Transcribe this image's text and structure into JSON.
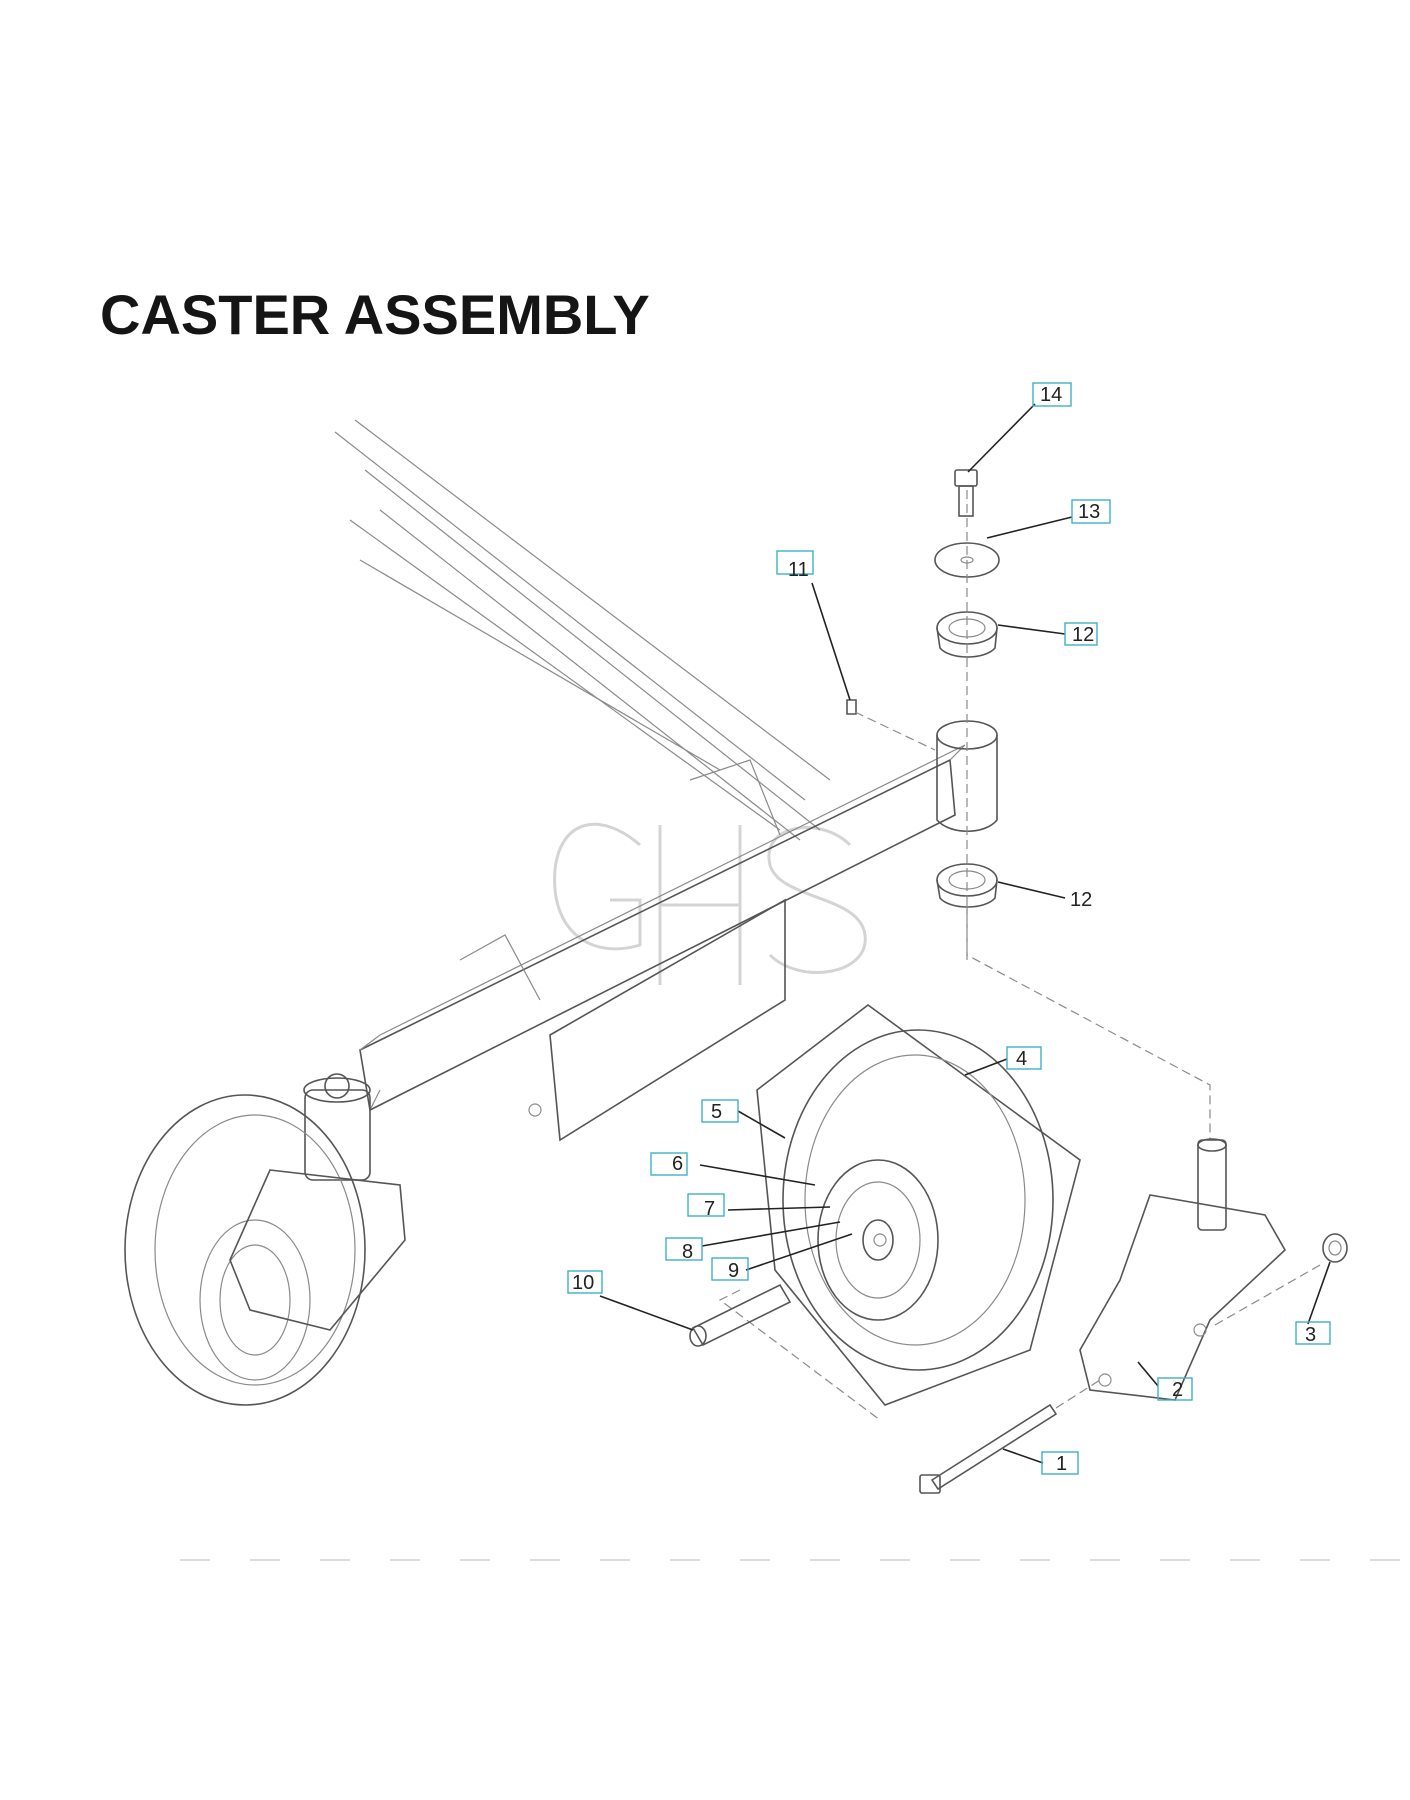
{
  "page": {
    "title": "CASTER ASSEMBLY"
  },
  "watermark": {
    "text": "GHS"
  },
  "callouts": [
    {
      "id": "c14",
      "label": "14",
      "boxed": true
    },
    {
      "id": "c13",
      "label": "13",
      "boxed": true
    },
    {
      "id": "c11",
      "label": "11",
      "boxed": true
    },
    {
      "id": "c12a",
      "label": "12",
      "boxed": true
    },
    {
      "id": "c12b",
      "label": "12",
      "boxed": false
    },
    {
      "id": "c4",
      "label": "4",
      "boxed": true
    },
    {
      "id": "c5",
      "label": "5",
      "boxed": true
    },
    {
      "id": "c6",
      "label": "6",
      "boxed": true
    },
    {
      "id": "c7",
      "label": "7",
      "boxed": true
    },
    {
      "id": "c8",
      "label": "8",
      "boxed": true
    },
    {
      "id": "c9",
      "label": "9",
      "boxed": true
    },
    {
      "id": "c10",
      "label": "10",
      "boxed": true
    },
    {
      "id": "c3",
      "label": "3",
      "boxed": true
    },
    {
      "id": "c2",
      "label": "2",
      "boxed": true
    },
    {
      "id": "c1",
      "label": "1",
      "boxed": true
    }
  ],
  "colors": {
    "tag_border": "#3fb1c4",
    "ink": "#222222",
    "line": "#555555"
  }
}
